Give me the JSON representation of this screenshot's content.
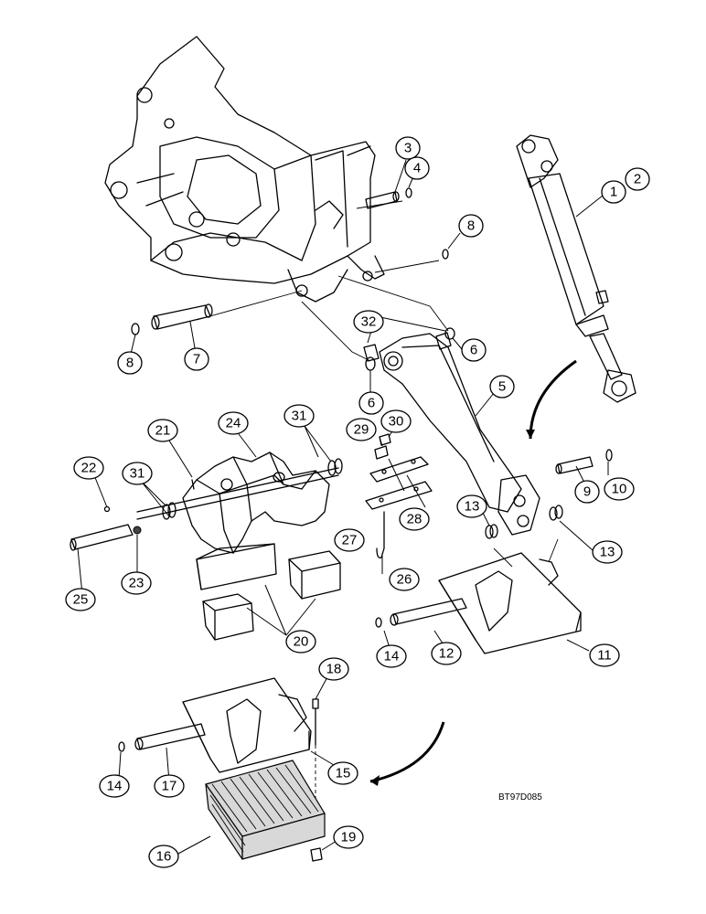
{
  "diagram": {
    "drawing_code": "BT97D085",
    "callouts": [
      "1",
      "2",
      "3",
      "4",
      "5",
      "6",
      "6",
      "7",
      "8",
      "8",
      "9",
      "10",
      "11",
      "12",
      "13",
      "13",
      "14",
      "14",
      "15",
      "16",
      "17",
      "18",
      "19",
      "20",
      "21",
      "22",
      "23",
      "24",
      "25",
      "26",
      "27",
      "28",
      "29",
      "30",
      "31",
      "31",
      "32"
    ]
  }
}
